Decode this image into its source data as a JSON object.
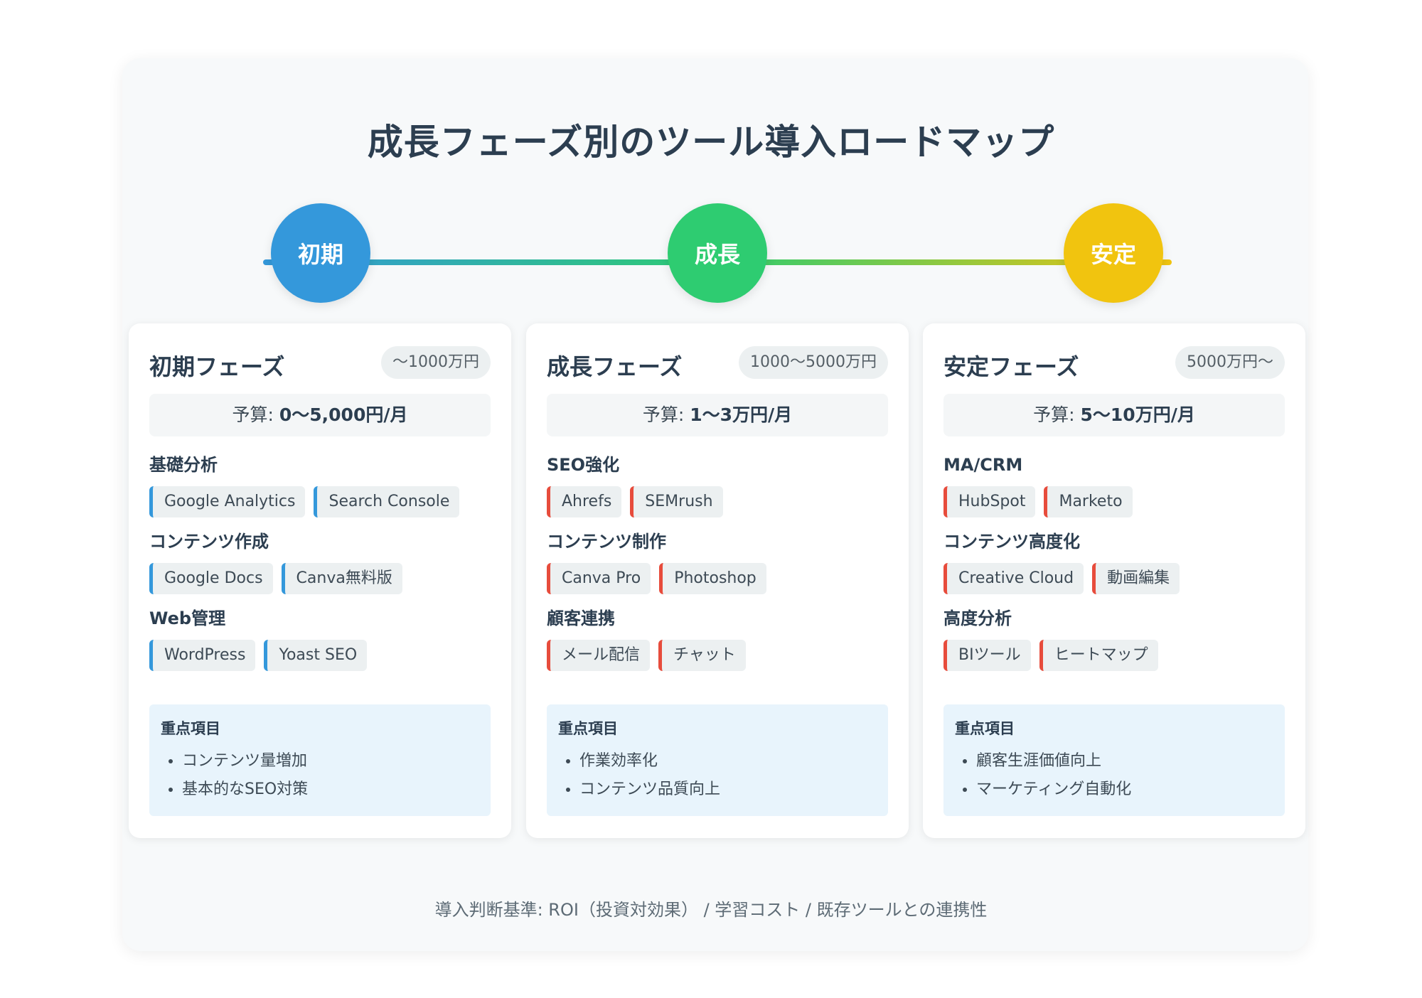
{
  "title": "成長フェーズ別のツール導入ロードマップ",
  "colors": {
    "initial": "#3498db",
    "growth": "#2ecc71",
    "stable": "#f1c40f",
    "chip_blue": "#3498db",
    "chip_red": "#e74c3c"
  },
  "timeline": {
    "labels": [
      "初期",
      "成長",
      "安定"
    ]
  },
  "phases": [
    {
      "title": "初期フェーズ",
      "range": "〜1000万円",
      "budget_prefix": "予算: ",
      "budget_value": "0〜5,000円/月",
      "groups": [
        {
          "label": "基礎分析",
          "tools": [
            "Google Analytics",
            "Search Console"
          ]
        },
        {
          "label": "コンテンツ作成",
          "tools": [
            "Google Docs",
            "Canva無料版"
          ]
        },
        {
          "label": "Web管理",
          "tools": [
            "WordPress",
            "Yoast SEO"
          ]
        }
      ],
      "focus_title": "重点項目",
      "focus_items": [
        "コンテンツ量増加",
        "基本的なSEO対策"
      ]
    },
    {
      "title": "成長フェーズ",
      "range": "1000〜5000万円",
      "budget_prefix": "予算: ",
      "budget_value": "1〜3万円/月",
      "groups": [
        {
          "label": "SEO強化",
          "tools": [
            "Ahrefs",
            "SEMrush"
          ]
        },
        {
          "label": "コンテンツ制作",
          "tools": [
            "Canva Pro",
            "Photoshop"
          ]
        },
        {
          "label": "顧客連携",
          "tools": [
            "メール配信",
            "チャット"
          ]
        }
      ],
      "focus_title": "重点項目",
      "focus_items": [
        "作業効率化",
        "コンテンツ品質向上"
      ]
    },
    {
      "title": "安定フェーズ",
      "range": "5000万円〜",
      "budget_prefix": "予算: ",
      "budget_value": "5〜10万円/月",
      "groups": [
        {
          "label": "MA/CRM",
          "tools": [
            "HubSpot",
            "Marketo"
          ]
        },
        {
          "label": "コンテンツ高度化",
          "tools": [
            "Creative Cloud",
            "動画編集"
          ]
        },
        {
          "label": "高度分析",
          "tools": [
            "BIツール",
            "ヒートマップ"
          ]
        }
      ],
      "focus_title": "重点項目",
      "focus_items": [
        "顧客生涯価値向上",
        "マーケティング自動化"
      ]
    }
  ],
  "footer": "導入判断基準: ROI（投資対効果） / 学習コスト / 既存ツールとの連携性"
}
